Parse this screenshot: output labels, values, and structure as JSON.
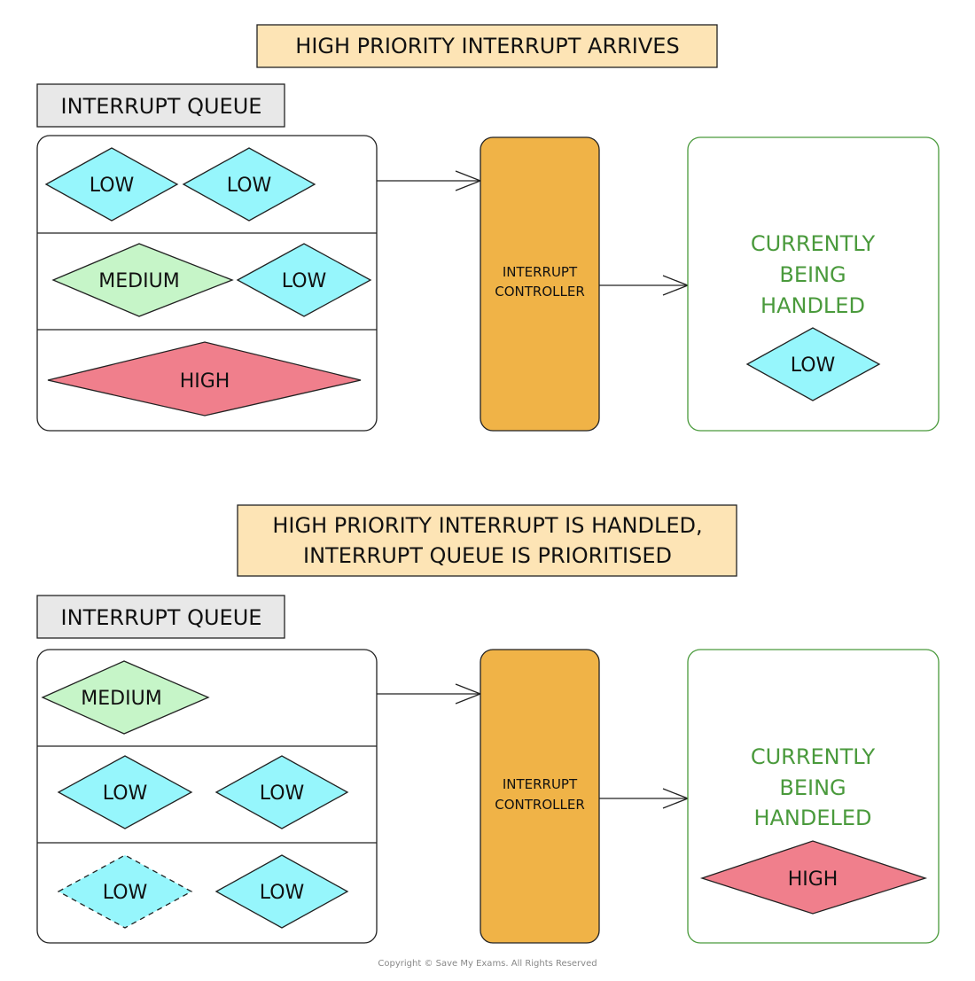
{
  "top": {
    "banner_line1": "HIGH PRIORITY INTERRUPT ARRIVES",
    "queue_label": "INTERRUPT QUEUE",
    "row1": [
      "LOW",
      "LOW"
    ],
    "row2": [
      "MEDIUM",
      "LOW"
    ],
    "row3": [
      "HIGH"
    ],
    "controller_line1": "INTERRUPT",
    "controller_line2": "CONTROLLER",
    "handled_line1": "CURRENTLY",
    "handled_line2": "BEING",
    "handled_line3": "HANDLED",
    "handled_item": "LOW"
  },
  "bottom": {
    "banner_line1": "HIGH PRIORITY INTERRUPT IS HANDLED,",
    "banner_line2": "INTERRUPT QUEUE IS PRIORITISED",
    "queue_label": "INTERRUPT QUEUE",
    "row1": [
      "MEDIUM"
    ],
    "row2": [
      "LOW",
      "LOW"
    ],
    "row3": [
      "LOW",
      "LOW"
    ],
    "controller_line1": "INTERRUPT",
    "controller_line2": "CONTROLLER",
    "handled_line1": "CURRENTLY",
    "handled_line2": "BEING",
    "handled_line3": "HANDELED",
    "handled_item": "HIGH"
  },
  "colors": {
    "low": "#96f6fc",
    "medium": "#c6f5c8",
    "high": "#f07f8c",
    "controller": "#f0b347",
    "banner": "#fde4b5",
    "handled_text": "#4a9a3c"
  },
  "copyright": "Copyright © Save My Exams. All Rights Reserved"
}
